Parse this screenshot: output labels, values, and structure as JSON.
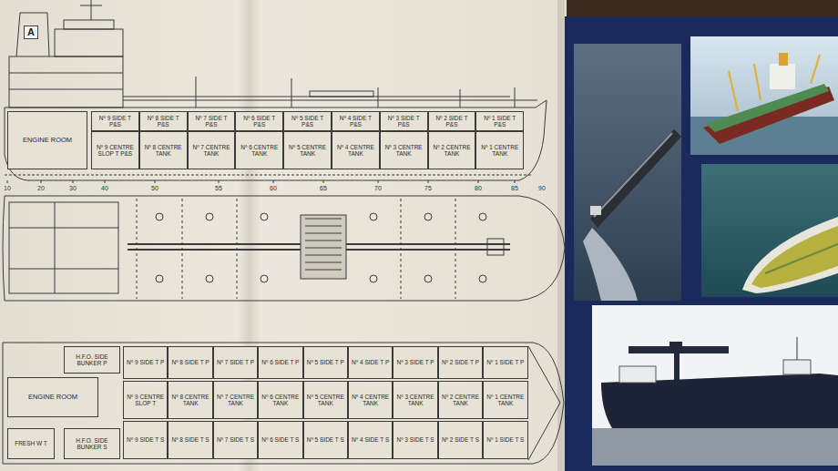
{
  "diagram": {
    "nodes": [
      {
        "text": [
          "ENGINE ROOM"
        ]
      },
      {
        "text": [
          "Nº 9 SIDE T P&S"
        ]
      },
      {
        "text": [
          "Nº 9 CENTRE SLOP T P&S"
        ]
      },
      {
        "text": [
          "Nº 8 SIDE T P&S"
        ]
      },
      {
        "text": [
          "Nº 8 CENTRE TANK"
        ]
      },
      {
        "text": [
          "Nº 7 SIDE T P&S"
        ]
      },
      {
        "text": [
          "Nº 7 CENTRE TANK"
        ]
      },
      {
        "text": [
          "Nº 6 SIDE T P&S"
        ]
      },
      {
        "text": [
          "Nº 6 CENTRE TANK"
        ]
      },
      {
        "text": [
          "Nº 5 SIDE T P&S"
        ]
      },
      {
        "text": [
          "Nº 5 CENTRE TANK"
        ]
      },
      {
        "text": [
          "Nº 4 SIDE T P&S"
        ]
      },
      {
        "text": [
          "Nº 4 CENTRE TANK"
        ]
      },
      {
        "text": [
          "Nº 3 SIDE T P&S"
        ]
      },
      {
        "text": [
          "Nº 3 CENTRE TANK"
        ]
      },
      {
        "text": [
          "Nº 2 SIDE T P&S"
        ]
      },
      {
        "text": [
          "Nº 2 CENTRE TANK"
        ]
      },
      {
        "text": [
          "Nº 1 SIDE T P&S"
        ]
      },
      {
        "text": [
          "Nº 1 CENTRE TANK"
        ]
      },
      {
        "text": [
          "ENGINE ROOM"
        ]
      },
      {
        "text": [
          "H.F.O. SIDE BUNKER P"
        ]
      },
      {
        "text": [
          "FRESH W T"
        ]
      },
      {
        "text": [
          "H.F.O. SIDE BUNKER S"
        ]
      },
      {
        "text": [
          "Nº 9 SIDE T P"
        ]
      },
      {
        "text": [
          "Nº 9 CENTRE SLOP T"
        ]
      },
      {
        "text": [
          "Nº 9 SIDE T S"
        ]
      },
      {
        "text": [
          "Nº 8 SIDE T P"
        ]
      },
      {
        "text": [
          "Nº 8 CENTRE TANK"
        ]
      },
      {
        "text": [
          "Nº 8 SIDE T S"
        ]
      },
      {
        "text": [
          "Nº 7 SIDE T P"
        ]
      },
      {
        "text": [
          "Nº 7 CENTRE TANK"
        ]
      },
      {
        "text": [
          "Nº 7 SIDE T S"
        ]
      },
      {
        "text": [
          "Nº 6 SIDE T P"
        ]
      },
      {
        "text": [
          "Nº 6 CENTRE TANK"
        ]
      },
      {
        "text": [
          "Nº 6 SIDE T S"
        ]
      },
      {
        "text": [
          "Nº 5 SIDE T P"
        ]
      },
      {
        "text": [
          "Nº 5 CENTRE TANK"
        ]
      },
      {
        "text": [
          "Nº 5 SIDE T S"
        ]
      },
      {
        "text": [
          "Nº 4 SIDE T P"
        ]
      },
      {
        "text": [
          "Nº 4 CENTRE TANK"
        ]
      },
      {
        "text": [
          "Nº 4 SIDE T S"
        ]
      },
      {
        "text": [
          "Nº 3 SIDE T P"
        ]
      },
      {
        "text": [
          "Nº 3 CENTRE TANK"
        ]
      },
      {
        "text": [
          "Nº 3 SIDE T S"
        ]
      },
      {
        "text": [
          "Nº 2 SIDE T P"
        ]
      },
      {
        "text": [
          "Nº 2 CENTRE TANK"
        ]
      },
      {
        "text": [
          "Nº 2 SIDE T S"
        ]
      },
      {
        "text": [
          "Nº 1 SIDE T P"
        ]
      },
      {
        "text": [
          "Nº 1 CENTRE TANK"
        ]
      },
      {
        "text": [
          "Nº 1 SIDE T S"
        ]
      }
    ],
    "labels": [
      "A",
      "10",
      "20",
      "30",
      "40",
      "50",
      "55",
      "60",
      "65",
      "70",
      "75",
      "80",
      "85",
      "90"
    ]
  }
}
